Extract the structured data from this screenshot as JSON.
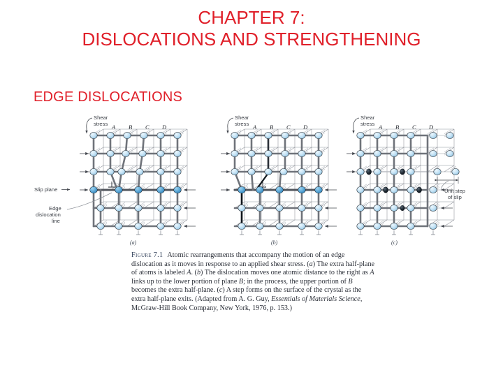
{
  "slide": {
    "title_line1": "CHAPTER 7:",
    "title_line2": "DISLOCATIONS AND STRENGTHENING",
    "section_heading": "EDGE DISLOCATIONS",
    "title_color": "#E0202A"
  },
  "figure": {
    "panels": [
      {
        "id": "a",
        "sub_label": "(a)",
        "column_labels": [
          "A",
          "B",
          "C",
          "D"
        ],
        "annotations": [
          "Shear stress",
          "Slip plane",
          "Edge dislocation line"
        ]
      },
      {
        "id": "b",
        "sub_label": "(b)",
        "column_labels": [
          "A",
          "B",
          "C",
          "D"
        ],
        "annotations": [
          "Shear stress"
        ]
      },
      {
        "id": "c",
        "sub_label": "(c)",
        "column_labels": [
          "A",
          "B",
          "C",
          "D"
        ],
        "annotations": [
          "Shear stress",
          "Unit step of slip"
        ]
      }
    ],
    "labels": {
      "shear": "Shear",
      "stress": "stress",
      "slip_plane": "Slip plane",
      "edge": "Edge",
      "dislocation": "dislocation",
      "line": "line",
      "unit_step": "Unit step",
      "of_slip": "of slip",
      "col_a": "A",
      "col_b": "B",
      "col_c": "C",
      "col_d": "D",
      "sub_a": "(a)",
      "sub_b": "(b)",
      "sub_c": "(c)"
    },
    "colors": {
      "atom_light": "#BBDDF2",
      "atom_mid": "#8FC5E4",
      "atom_dark": "#4C9DD2",
      "atom_black": "#16202a",
      "bond": "#6f737a",
      "bond_light": "#b9bcc2",
      "outline": "#2b3138"
    },
    "caption": {
      "label": "Figure 7.1",
      "text_part1": "Atomic rearrangements that accompany the motion of an edge dislocation as it moves in response to an applied shear stress. (",
      "a_italic": "a",
      "text_part2": ") The extra half-plane of atoms is labeled ",
      "A_italic": "A",
      "text_part3": ". (",
      "b_italic": "b",
      "text_part4": ") The dislocation moves one atomic distance to the right as ",
      "A2_italic": "A",
      "text_part5": " links up to the lower portion of plane ",
      "B_italic": "B",
      "text_part6": "; in the process, the upper portion of ",
      "B2_italic": "B",
      "text_part7": " becomes the extra half-plane. (",
      "c_italic": "c",
      "text_part8": ") A step forms on the surface of the crystal as the extra half-plane exits. (Adapted from A. G. Guy, ",
      "book_italic": "Essentials of Materials Science",
      "text_part9": ", McGraw-Hill Book Company, New York, 1976, p. 153.)"
    }
  }
}
